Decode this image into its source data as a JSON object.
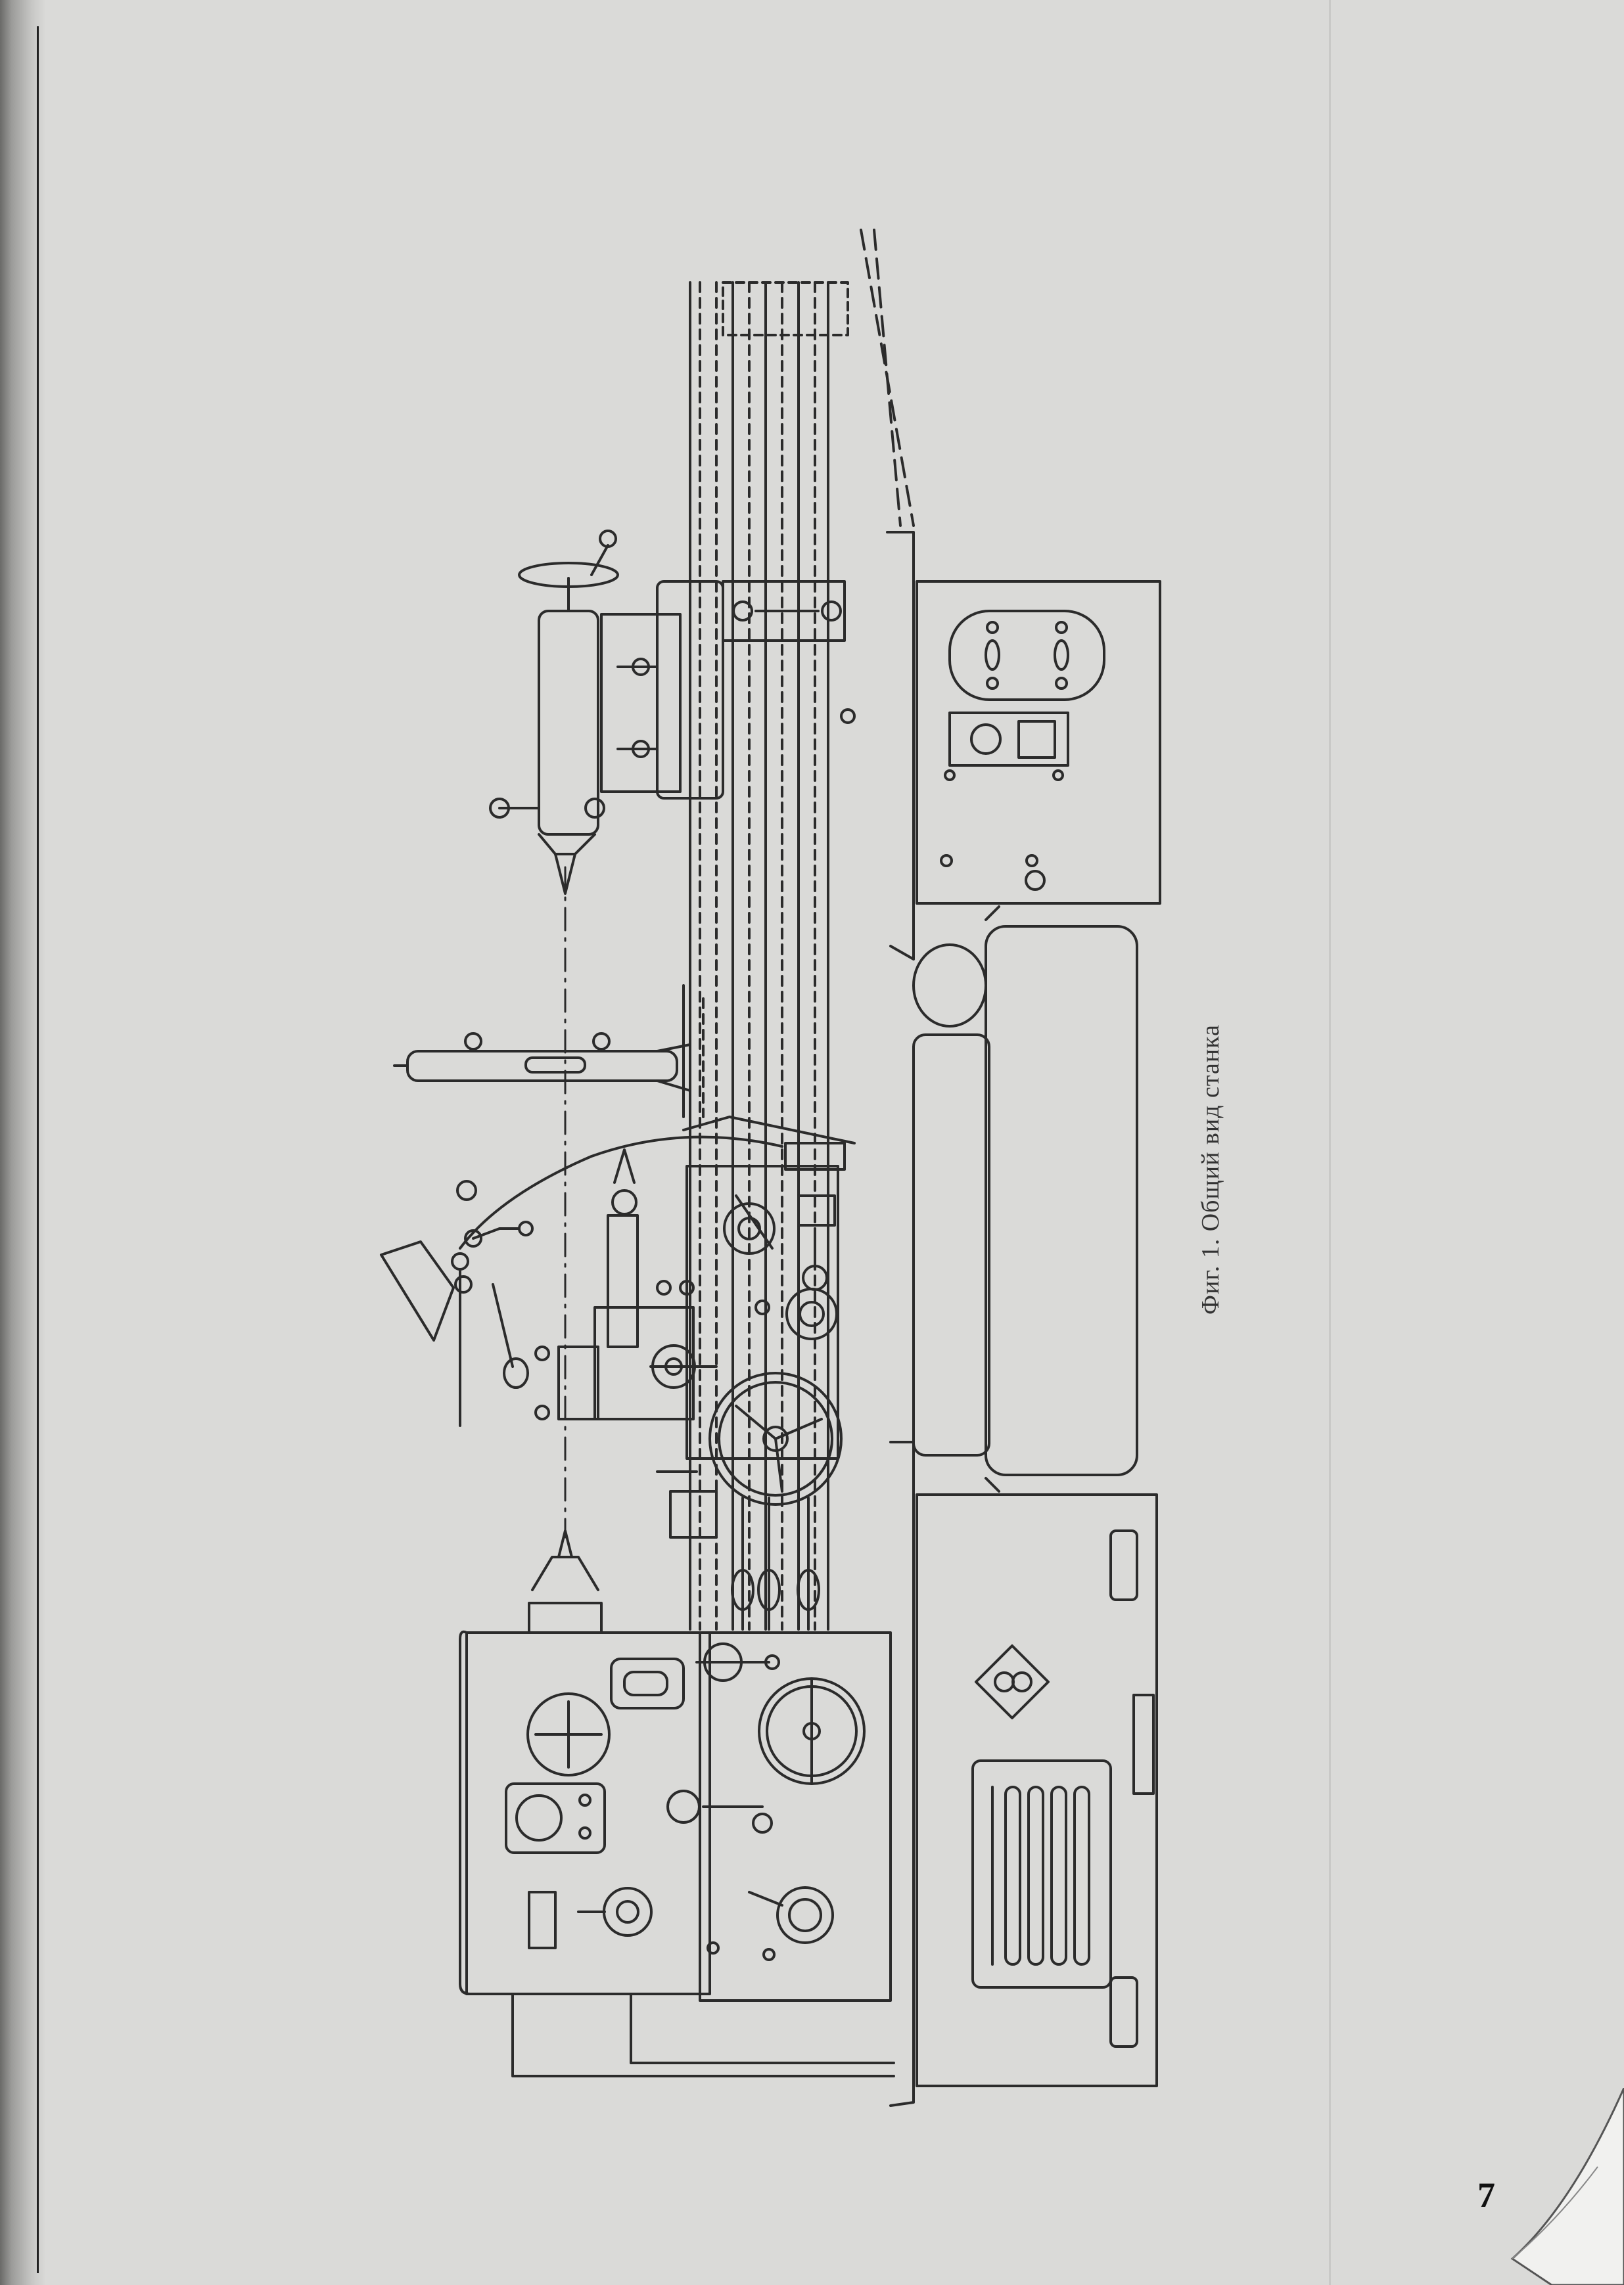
{
  "figure": {
    "caption": "Фиг. 1. Общий вид станка",
    "orientation": "rotated-90-ccw"
  },
  "page": {
    "number": "7"
  },
  "icons": {
    "logo": "factory-emblem-icon"
  }
}
